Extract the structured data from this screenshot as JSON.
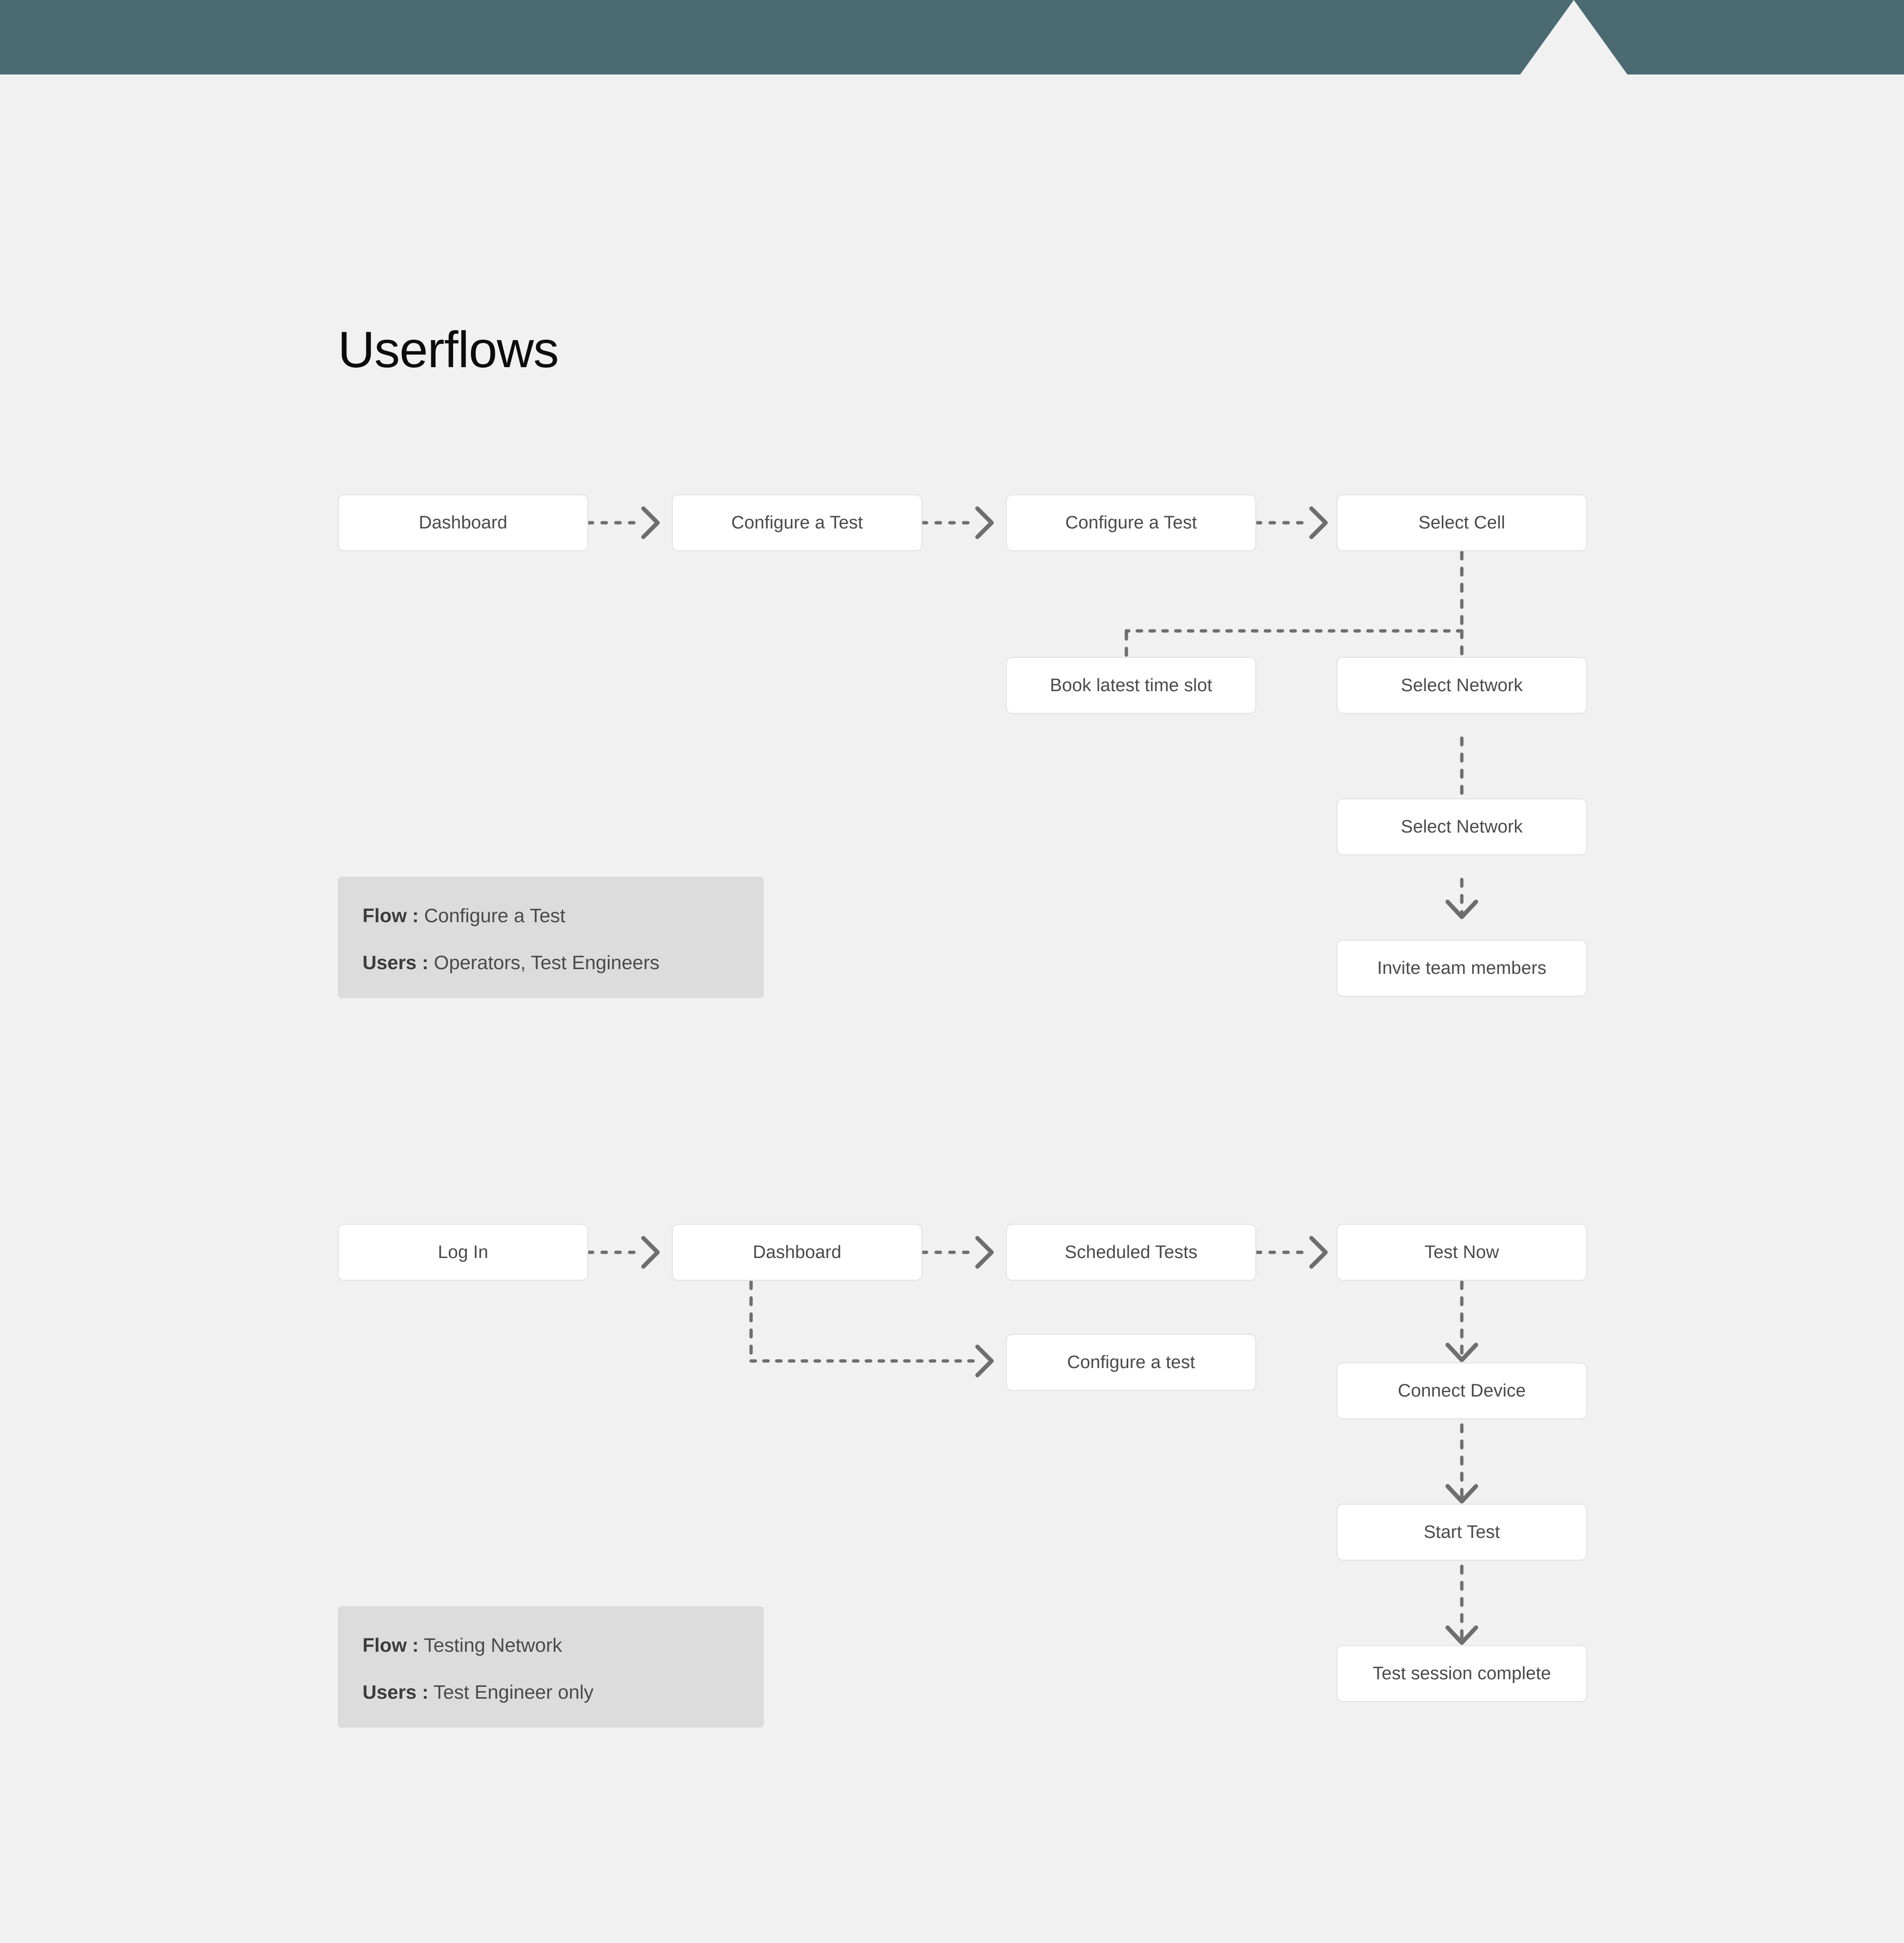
{
  "banner": {
    "color": "#4c6a72",
    "notch_shape": "triangle-notch"
  },
  "page": {
    "background": "#f1f1f1",
    "title": "Userflows"
  },
  "theme": {
    "node_fill": "#ffffff",
    "node_border": "#e2e2e2",
    "node_text": "#4a4a4a",
    "connector": "#6e6e6e",
    "info_fill": "#dcdcdc"
  },
  "flows": [
    {
      "id": "configure-a-test",
      "info": {
        "flow_key": "Flow :",
        "flow_value": "Configure a Test",
        "users_key": "Users :",
        "users_value": "Operators, Test Engineers"
      },
      "nodes": [
        {
          "id": "f1-dashboard",
          "label": "Dashboard"
        },
        {
          "id": "f1-configure-1",
          "label": "Configure a Test"
        },
        {
          "id": "f1-configure-2",
          "label": "Configure a Test"
        },
        {
          "id": "f1-select-cell",
          "label": "Select Cell"
        },
        {
          "id": "f1-book-slot",
          "label": "Book latest time slot"
        },
        {
          "id": "f1-select-network-1",
          "label": "Select Network"
        },
        {
          "id": "f1-select-network-2",
          "label": "Select Network"
        },
        {
          "id": "f1-invite-members",
          "label": "Invite team members"
        }
      ]
    },
    {
      "id": "testing-network",
      "info": {
        "flow_key": "Flow :",
        "flow_value": "Testing Network",
        "users_key": "Users :",
        "users_value": "Test Engineer only"
      },
      "nodes": [
        {
          "id": "f2-login",
          "label": "Log In"
        },
        {
          "id": "f2-dashboard",
          "label": "Dashboard"
        },
        {
          "id": "f2-scheduled-tests",
          "label": "Scheduled Tests"
        },
        {
          "id": "f2-test-now",
          "label": "Test Now"
        },
        {
          "id": "f2-configure-test",
          "label": "Configure a test"
        },
        {
          "id": "f2-connect-device",
          "label": "Connect Device"
        },
        {
          "id": "f2-start-test",
          "label": "Start Test"
        },
        {
          "id": "f2-session-complete",
          "label": "Test session complete"
        }
      ]
    }
  ]
}
